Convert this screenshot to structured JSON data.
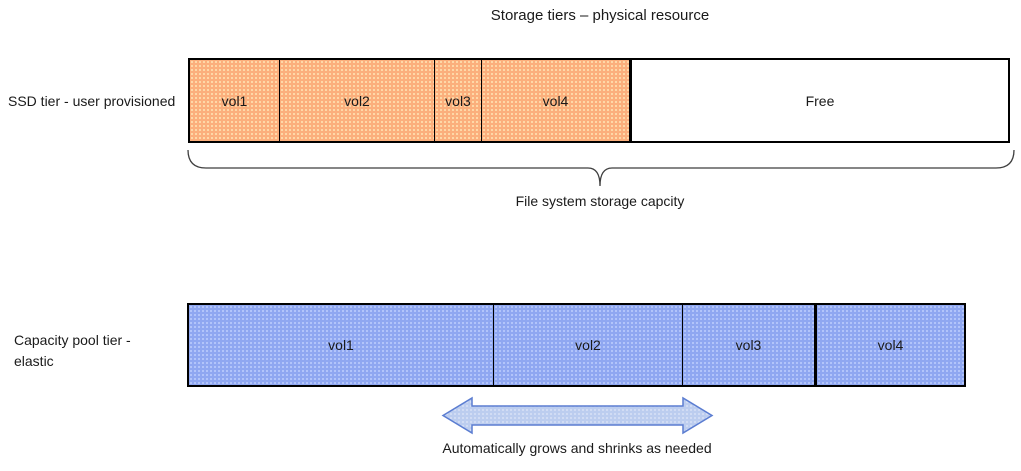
{
  "title": "Storage tiers – physical resource",
  "ssd_tier": {
    "label": "SSD tier - user provisioned",
    "segments": [
      {
        "label": "vol1"
      },
      {
        "label": "vol2"
      },
      {
        "label": "vol3"
      },
      {
        "label": "vol4"
      }
    ],
    "free_label": "Free",
    "fill_color": "#FBAF7C"
  },
  "brace_label": "File system storage capcity",
  "capacity_pool": {
    "label": "Capacity pool tier -\nelastic",
    "segments": [
      {
        "label": "vol1"
      },
      {
        "label": "vol2"
      },
      {
        "label": "vol3"
      },
      {
        "label": "vol4"
      }
    ],
    "fill_color": "#8FA7F1"
  },
  "arrow_label": "Automatically grows and shrinks as needed",
  "arrow_fill_color": "#BCCDEF",
  "arrow_border_color": "#5B7DD1"
}
